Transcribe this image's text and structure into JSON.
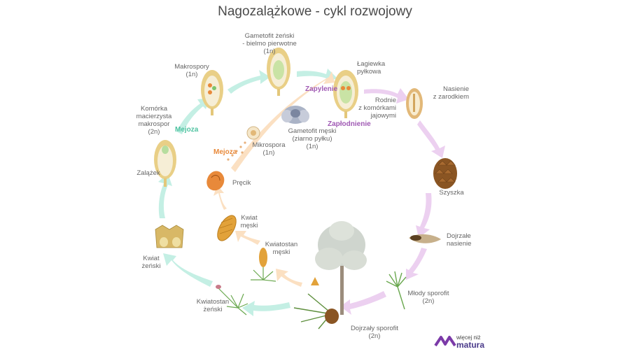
{
  "title": "Nagozalążkowe - cykl rozwojowy",
  "labels": {
    "gametofit_zenski": "Gametofit żeński\n- bielmo pierwotne\n(1n)",
    "lagiewka": "Łagiewka\npyłkowa",
    "makrospory": "Makrospory\n(1n)",
    "zapylenie": "Zapylenie",
    "nasienie": "Nasienie\nz zarodkiem",
    "rodnie": "Rodnie\nz komórkami\njajowymi",
    "komorka": "Komórka\nmacierzysta\nmakrospor\n(2n)",
    "mejoza1": "Mejoza",
    "zaplodnienie": "Zapłodnienie",
    "gametofit_meski": "Gametofit męski\n(ziarno pyłku)\n(1n)",
    "mejoza2": "Mejoza",
    "mikrospora": "Mikrospora\n(1n)",
    "zalazek": "Zalążek",
    "szyszka": "Szyszka",
    "precik": "Pręcik",
    "kwiat_meski": "Kwiat\nmęski",
    "dojrzale_nasienie": "Dojrzałe\nnasienie",
    "kwiat_zenski": "Kwiat\nżeński",
    "kwiatostan_meski": "Kwiatostan\nmęski",
    "mlody_sporofit": "Młody sporofit\n(2n)",
    "kwiatostan_zenski": "Kwiatostan\nżeński",
    "dojrzaly_sporofit": "Dojrzały sporofit\n(2n)"
  },
  "logo": {
    "line1": "więcej niż",
    "line2": "matura"
  },
  "colors": {
    "teal": "#4fc3a1",
    "orange": "#e8893a",
    "purple": "#a05ab4",
    "teal_arrow": "#c4efe4",
    "orange_arrow": "#fbe0c2",
    "purple_arrow": "#ecd0f0"
  }
}
